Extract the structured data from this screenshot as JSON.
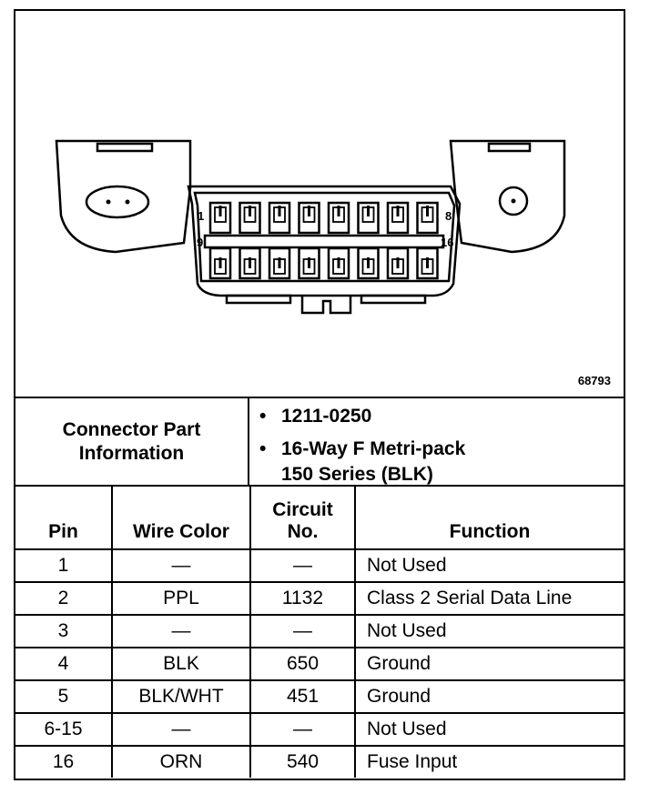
{
  "figure": {
    "id": "68793",
    "pin_label_1": "1",
    "pin_label_8": "8",
    "pin_label_9": "9",
    "pin_label_16": "16"
  },
  "connector_info": {
    "label_line1": "Connector Part",
    "label_line2": "Information",
    "bullet_symbol": "•",
    "part_number": "1211-0250",
    "description_line1": "16-Way F Metri-pack",
    "description_line2": "150 Series (BLK)"
  },
  "table": {
    "headers": {
      "pin": "Pin",
      "wire_color": "Wire Color",
      "circuit_line1": "Circuit",
      "circuit_line2": "No.",
      "function": "Function"
    },
    "rows": [
      {
        "pin": "1",
        "wire": "—",
        "circuit": "—",
        "function": "Not Used"
      },
      {
        "pin": "2",
        "wire": "PPL",
        "circuit": "1132",
        "function": "Class 2 Serial Data Line"
      },
      {
        "pin": "3",
        "wire": "—",
        "circuit": "—",
        "function": "Not Used"
      },
      {
        "pin": "4",
        "wire": "BLK",
        "circuit": "650",
        "function": "Ground"
      },
      {
        "pin": "5",
        "wire": "BLK/WHT",
        "circuit": "451",
        "function": "Ground"
      },
      {
        "pin": "6-15",
        "wire": "—",
        "circuit": "—",
        "function": "Not Used"
      },
      {
        "pin": "16",
        "wire": "ORN",
        "circuit": "540",
        "function": "Fuse Input"
      }
    ]
  }
}
